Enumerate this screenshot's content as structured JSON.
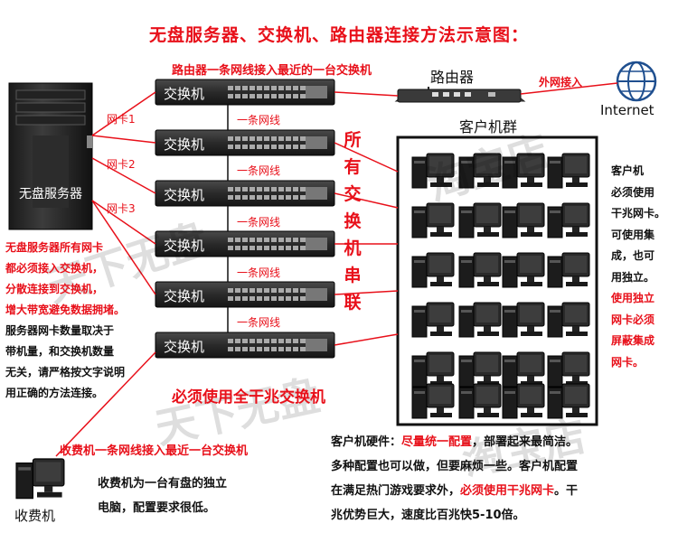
{
  "title": "无盘服务器、交换机、路由器连接方法示意图：",
  "router": {
    "label": "路由器",
    "note": "路由器一条网线接入最近的一台交换机"
  },
  "internet": {
    "label": "Internet",
    "link": "外网接入"
  },
  "server": {
    "label": "无盘服务器"
  },
  "nics": [
    "网卡1",
    "网卡2",
    "网卡3"
  ],
  "switch_label": "交换机",
  "cable_labels": [
    "一条网线",
    "一条网线",
    "一条网线",
    "一条网线",
    "一条网线"
  ],
  "cascade_chars": [
    "所",
    "有",
    "交",
    "换",
    "机",
    "串",
    "联"
  ],
  "client_group_label": "客户机群",
  "server_note_red": [
    "无盘服务器所有网卡",
    "都必须接入交换机，",
    "分散连接到交换机，",
    "增大带宽避免数据拥堵。"
  ],
  "server_note_black": [
    "服务器网卡数量取决于",
    "带机量，和交换机数量",
    "无关，请严格按文字说明",
    "用正确的方法连接。"
  ],
  "client_note_black": [
    "客户机",
    "必须使用",
    "干兆网卡。",
    "可使用集",
    "成，也可",
    "用独立。"
  ],
  "client_note_red": [
    "使用独立",
    "网卡必须",
    "屏蔽集成",
    "网卡。"
  ],
  "gigabit_note": "必须使用全干兆交换机",
  "cashier": {
    "label": "收费机",
    "link_note": "收费机一条网线接入最近一台交换机",
    "desc": [
      "收费机为一台有盘的独立",
      "电脑，配置要求很低。"
    ]
  },
  "hardware": {
    "line1_a": "客户机硬件：",
    "line1_b": "尽量统一配置",
    "line1_c": "，部署起来最简洁。",
    "line2": "多种配置也可以做，但要麻烦一些。客户机配置",
    "line3_a": "在满足热门游戏要求外，",
    "line3_b": "必须使用干兆网卡",
    "line3_c": "。干",
    "line4": "兆优势巨大，速度比百兆快5-10倍。"
  },
  "watermark": [
    "天下无盘",
    "淘宝店",
    "天下无盘",
    "淘宝店"
  ],
  "colors": {
    "accent": "#e8101a",
    "switch": "#2b2b2b",
    "globe": "#1f4f8f"
  }
}
